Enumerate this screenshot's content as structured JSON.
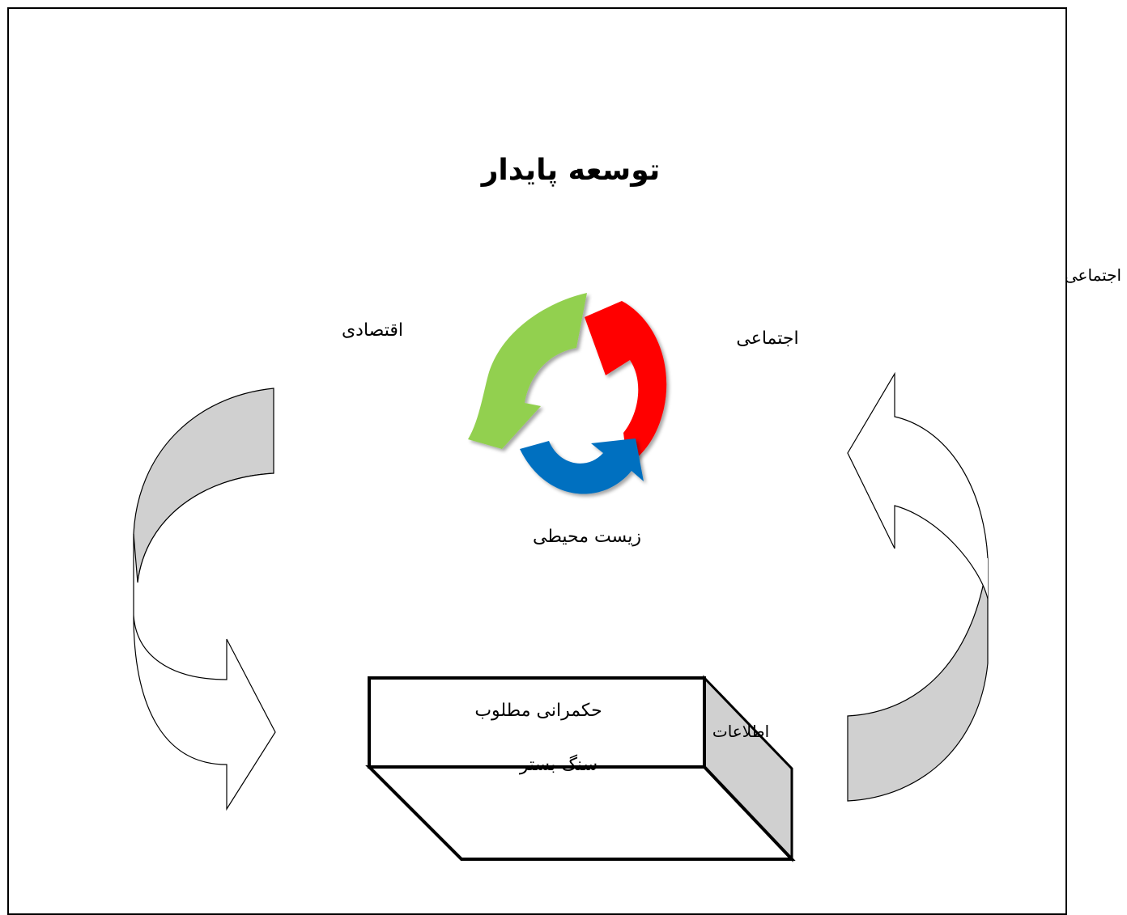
{
  "title": "توسعه پایدار",
  "labels": {
    "economic": "اقتصادی",
    "social": "اجتماعی",
    "environmental": "زیست محیطی",
    "good_governance": "حکمرانی مطلوب",
    "bedrock": "سنگ بستر",
    "information": "اطلاعات",
    "social_outside": "اجتماعی"
  },
  "colors": {
    "cycle_green": "#92d050",
    "cycle_red": "#ff0000",
    "cycle_blue": "#0070c0",
    "arrow_fill": "#d0d0d0",
    "box_side": "#d0d0d0"
  }
}
